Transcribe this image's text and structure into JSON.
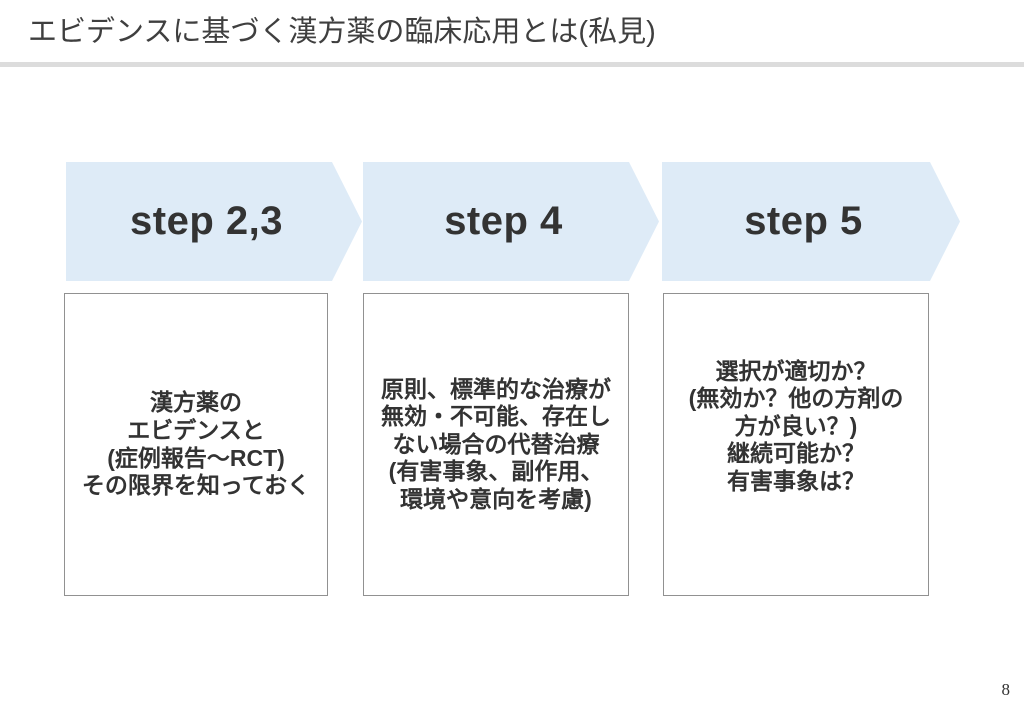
{
  "slide": {
    "title": "エビデンスに基づく漢方薬の臨床応用とは(私見)",
    "page_number": "8"
  },
  "process": {
    "steps": [
      {
        "label": "step 2,3",
        "description": "漢方薬の\nエビデンスと\n(症例報告～RCT)\nその限界を知っておく"
      },
      {
        "label": "step 4",
        "description": "原則、標準的な治療が\n無効・不可能、存在し\nない場合の代替治療\n(有害事象、副作用、\n環境や意向を考慮)"
      },
      {
        "label": "step 5",
        "description": "選択が適切か？\n(無効か？他の方剤の\n方が良い？)\n継続可能か？\n有害事象は？"
      }
    ]
  },
  "colors": {
    "chevron_fill": "#deebf7",
    "divider": "#dcdcdc",
    "text": "#333333",
    "title_text": "#3f3f3f",
    "box_border": "#919191"
  }
}
